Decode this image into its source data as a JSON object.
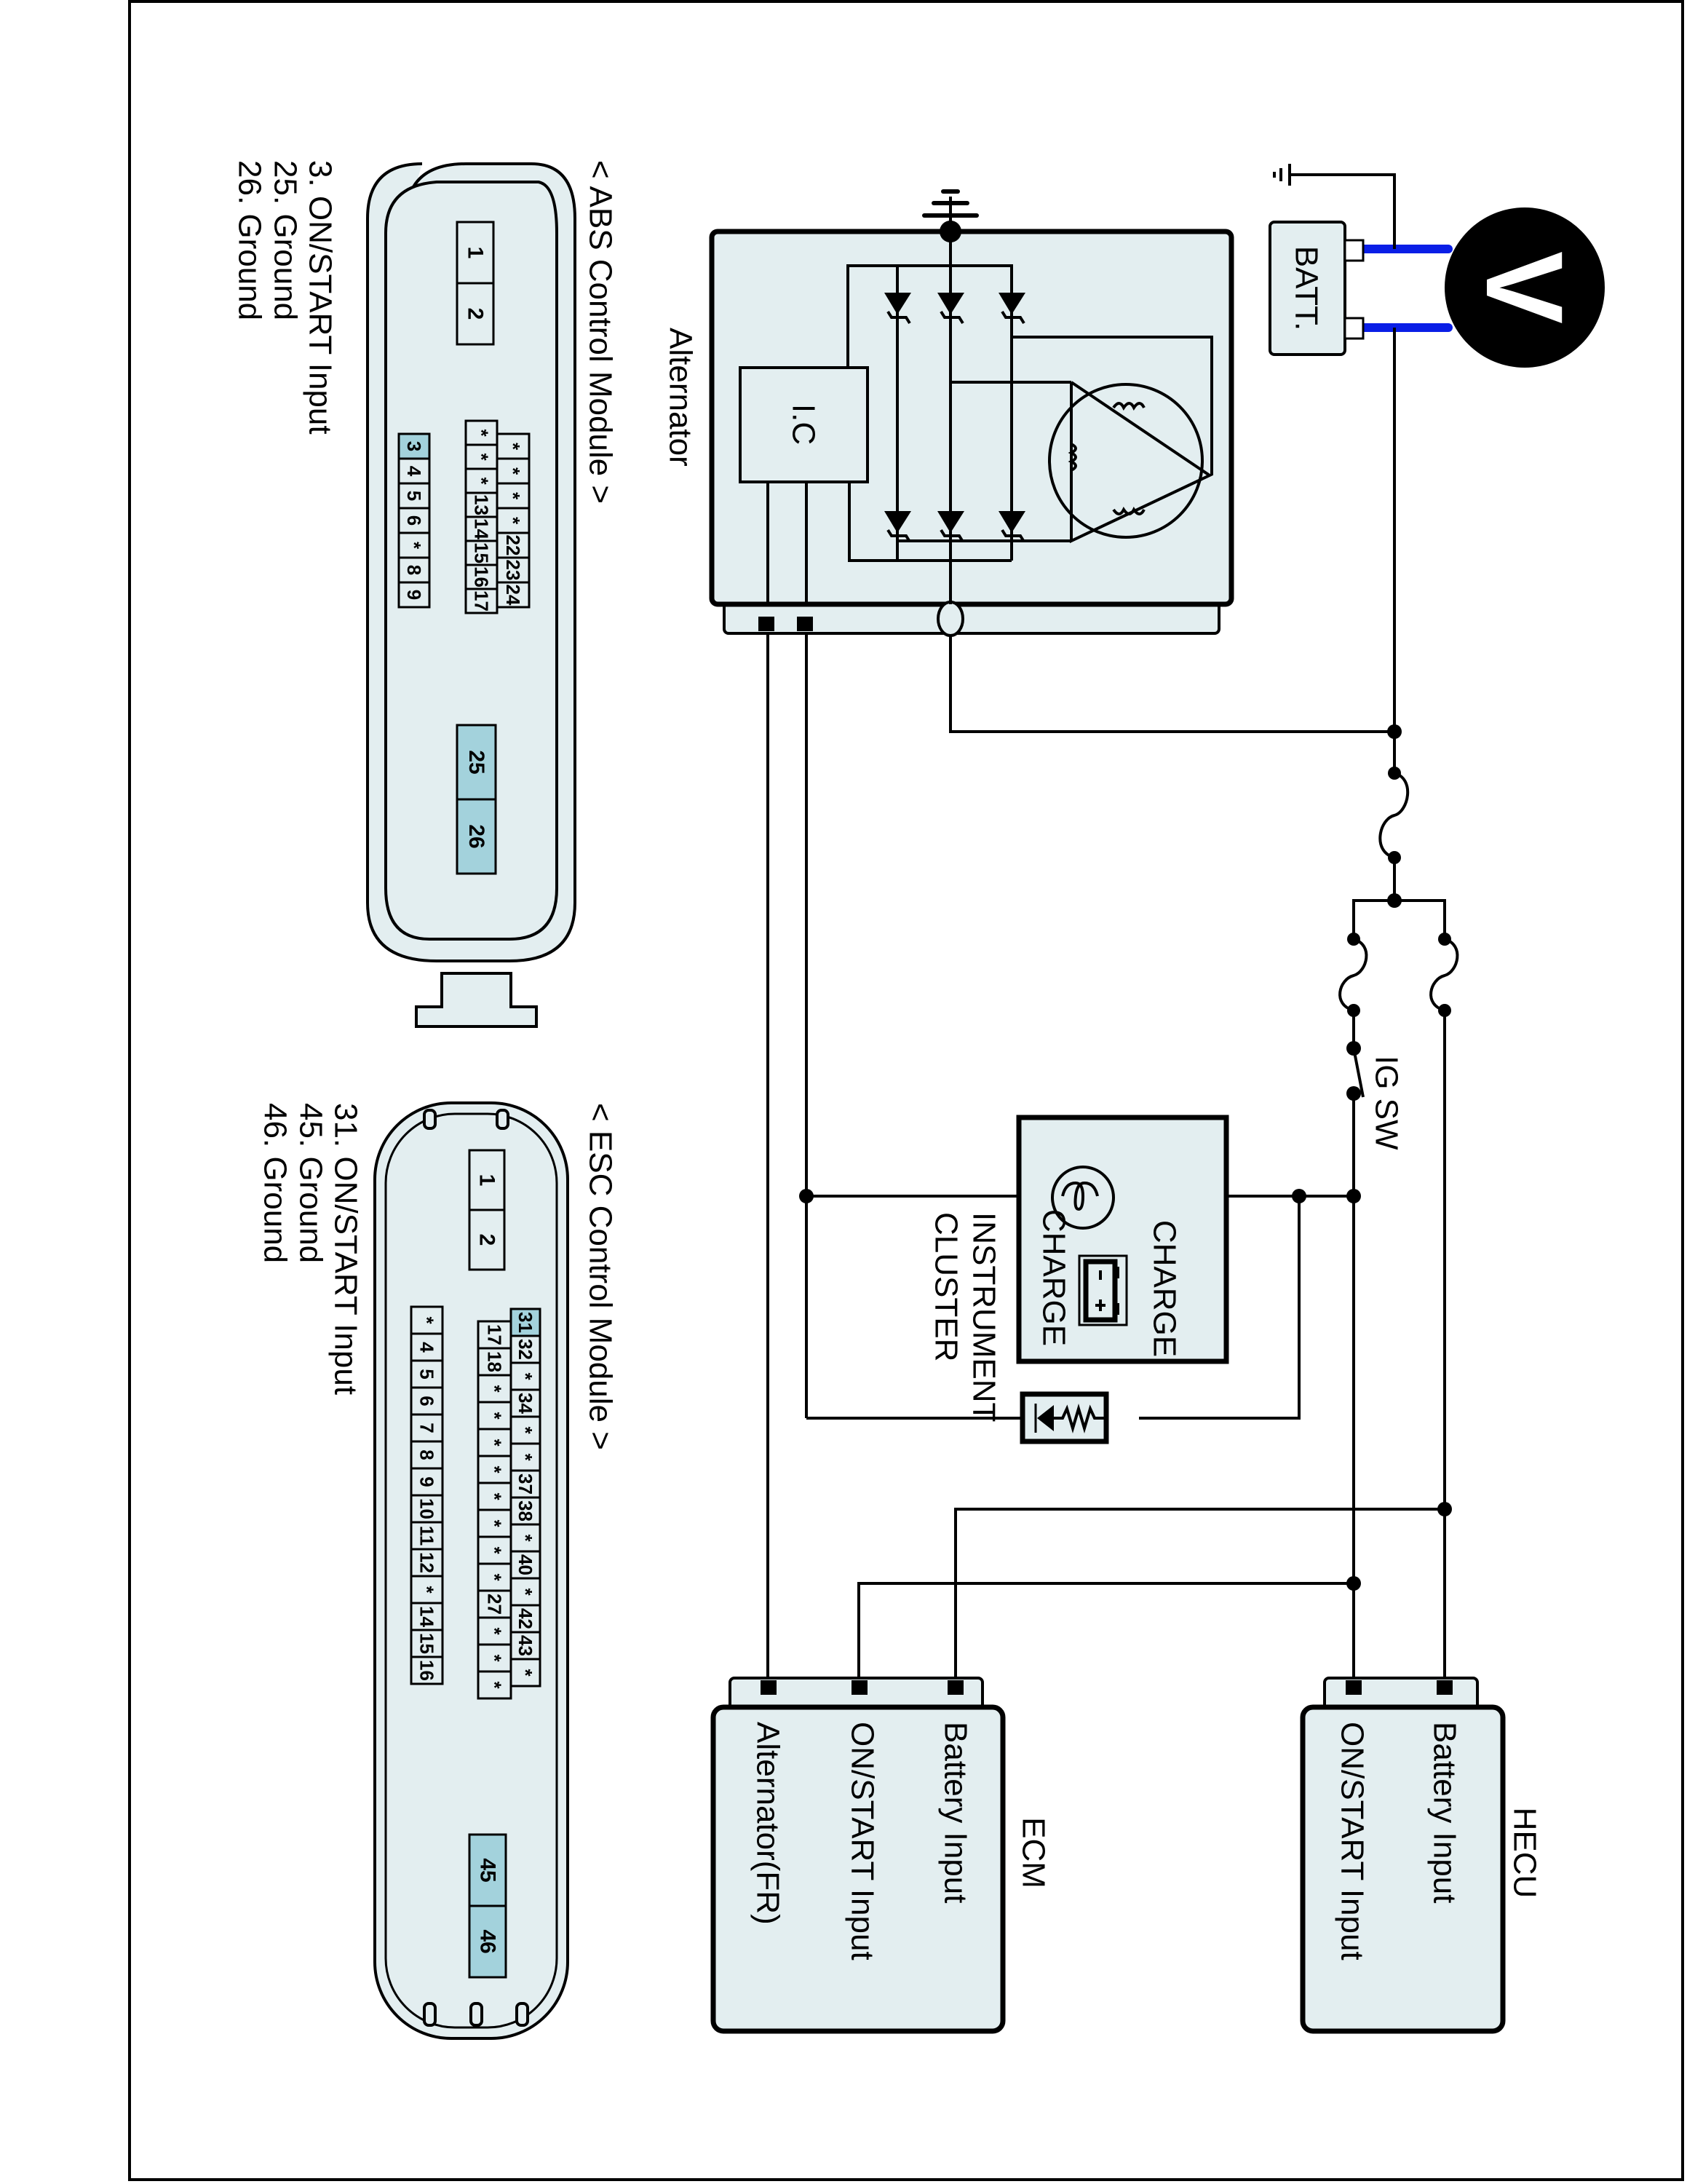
{
  "colors": {
    "component_fill": "#e3eef0",
    "highlight_pin": "#a3d2dc",
    "meter_lead": "#0a1ee6",
    "line": "#000000"
  },
  "voltmeter": {
    "symbol": "V"
  },
  "battery": {
    "label": "BATT.",
    "neg": "-",
    "pos": "+"
  },
  "alternator": {
    "label": "Alternator",
    "ic_label": "I.C"
  },
  "ig_switch": {
    "label": "IG SW"
  },
  "instrument_cluster": {
    "label_line1": "INSTRUMENT",
    "label_line2": "CLUSTER",
    "lamp_label": "CHARGE",
    "icon_label": "CHARGE"
  },
  "ecm": {
    "title": "ECM",
    "pins": [
      "Battery Input",
      "ON/START Input",
      "Alternator(FR)"
    ]
  },
  "hecu": {
    "title": "HECU",
    "pins": [
      "Battery Input",
      "ON/START Input"
    ]
  },
  "abs_connector": {
    "title": "< ABS Control Module >",
    "notes": [
      "3. ON/START Input",
      "25. Ground",
      "26. Ground"
    ],
    "top_pins": [
      "1",
      "2"
    ],
    "row_outer": [
      "*",
      "*",
      "*",
      "*",
      "22",
      "23",
      "24"
    ],
    "row_middle": [
      "*",
      "*",
      "*",
      "13",
      "14",
      "15",
      "16",
      "17"
    ],
    "row_inner": [
      "3",
      "4",
      "5",
      "6",
      "*",
      "8",
      "9"
    ],
    "ground_pins": [
      "25",
      "26"
    ],
    "highlighted": [
      "3",
      "25",
      "26"
    ]
  },
  "esc_connector": {
    "title": "< ESC Control Module >",
    "notes": [
      "31. ON/START Input",
      "45. Ground",
      "46. Ground"
    ],
    "top_pins": [
      "1",
      "2"
    ],
    "row_outer": [
      "31",
      "32",
      "*",
      "34",
      "*",
      "*",
      "37",
      "38",
      "*",
      "40",
      "*",
      "42",
      "43",
      "*"
    ],
    "row_middle": [
      "17",
      "18",
      "*",
      "*",
      "*",
      "*",
      "*",
      "*",
      "*",
      "*",
      "27",
      "*",
      "*",
      "*"
    ],
    "row_inner": [
      "*",
      "4",
      "5",
      "6",
      "7",
      "8",
      "9",
      "10",
      "11",
      "12",
      "*",
      "14",
      "15",
      "16"
    ],
    "ground_pins": [
      "45",
      "46"
    ],
    "highlighted": [
      "31",
      "45",
      "46"
    ]
  }
}
